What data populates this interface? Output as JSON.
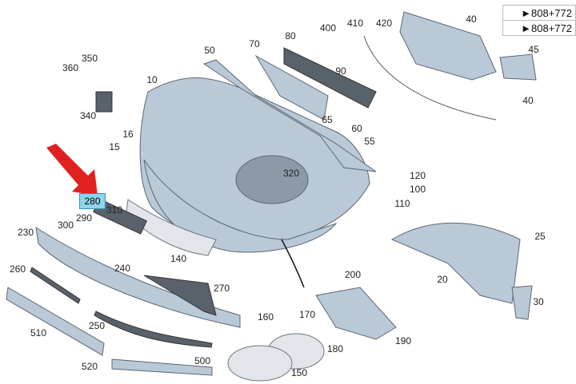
{
  "references": [
    "►808+772",
    "►808+772"
  ],
  "highlighted_part": "280",
  "part_labels": [
    "350",
    "360",
    "10",
    "340",
    "16",
    "15",
    "290",
    "310",
    "300",
    "230",
    "140",
    "240",
    "260",
    "270",
    "250",
    "510",
    "500",
    "520",
    "50",
    "70",
    "80",
    "400",
    "410",
    "420",
    "40",
    "45",
    "40",
    "90",
    "65",
    "60",
    "55",
    "320",
    "120",
    "100",
    "110",
    "25",
    "20",
    "30",
    "200",
    "170",
    "160",
    "180",
    "190",
    "150"
  ],
  "colors": {
    "part": "#b9c9d8",
    "highlight": "#8fd3ec",
    "arrow": "#e02020"
  }
}
